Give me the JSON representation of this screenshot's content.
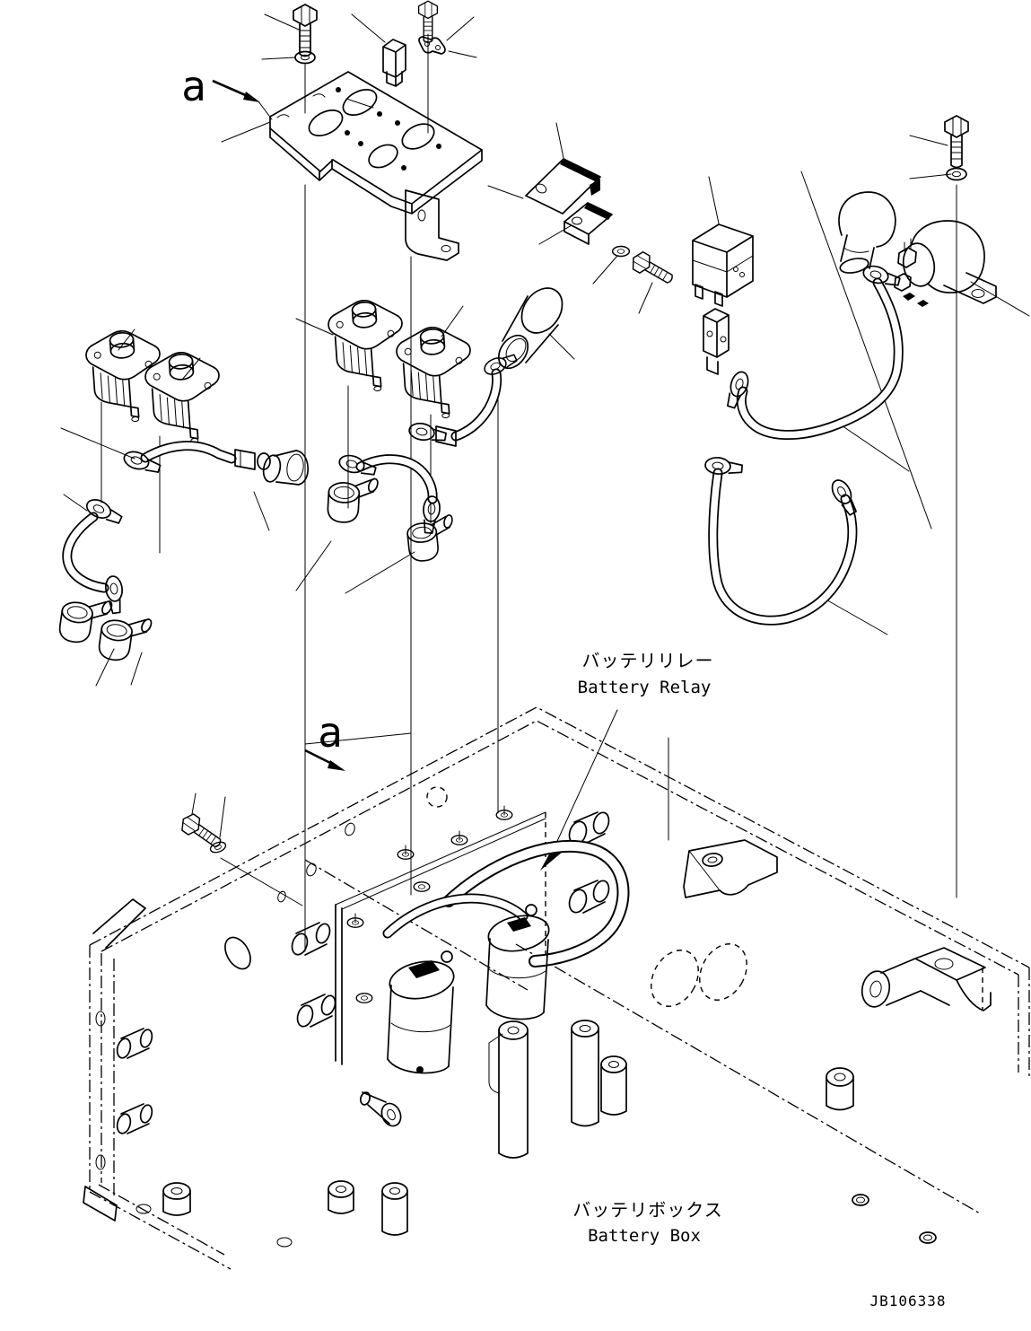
{
  "colors": {
    "background": "#ffffff",
    "line": "#000000"
  },
  "labels": {
    "section_a_top": "a",
    "section_a_side": "a",
    "battery_relay_jp": "バッテリリレー",
    "battery_relay_en": "Battery Relay",
    "battery_box_jp": "バッテリボックス",
    "battery_box_en": "Battery Box",
    "drawing_number": "JB106338"
  }
}
